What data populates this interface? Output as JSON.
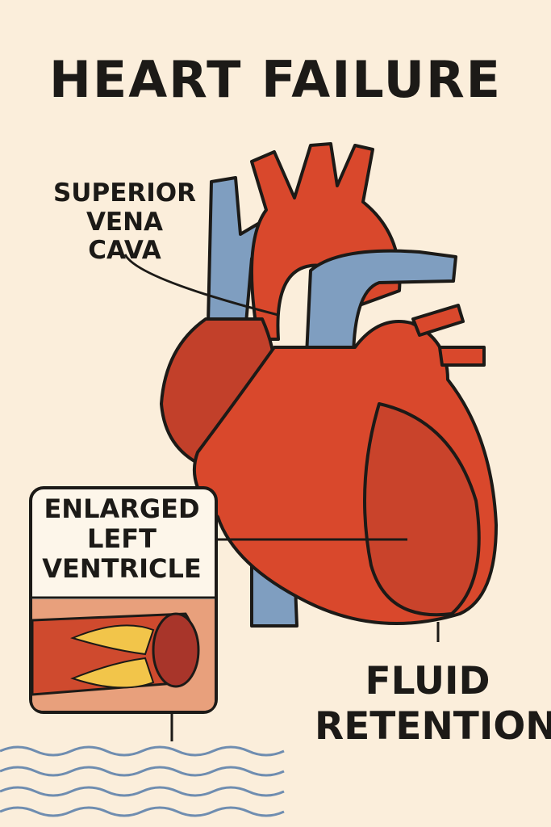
{
  "title": "HEART FAILURE",
  "labels": {
    "superior_vena_cava": [
      "SUPERIOR",
      "VENA CAVA"
    ],
    "enlarged_left_ventricle": [
      "ENLARGED",
      "LEFT",
      "VENTRICLE"
    ],
    "fluid_retention": [
      "FLUID",
      "RETENTION"
    ]
  },
  "colors": {
    "background": "#fbeedb",
    "heart": "#d9482c",
    "vessel_blue": "#7f9ec0",
    "text": "#1c1a17",
    "fat_yellow": "#f2c54a"
  }
}
